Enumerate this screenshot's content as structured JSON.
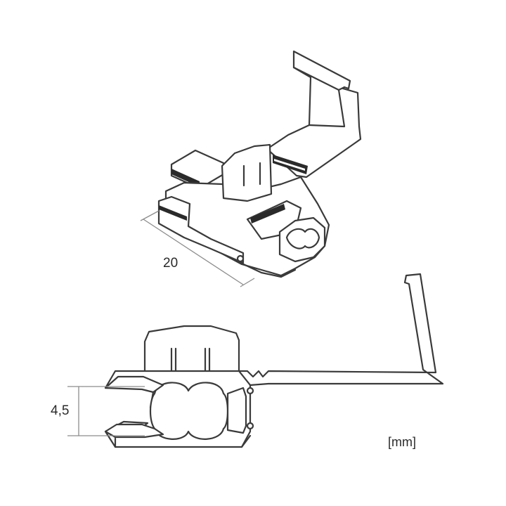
{
  "dimensions": {
    "length": "20",
    "height": "4,5"
  },
  "unit_label": "[mm]",
  "colors": {
    "outline": "#3a3a3a",
    "dimension_line": "#8c8c8c",
    "background": "#ffffff"
  }
}
